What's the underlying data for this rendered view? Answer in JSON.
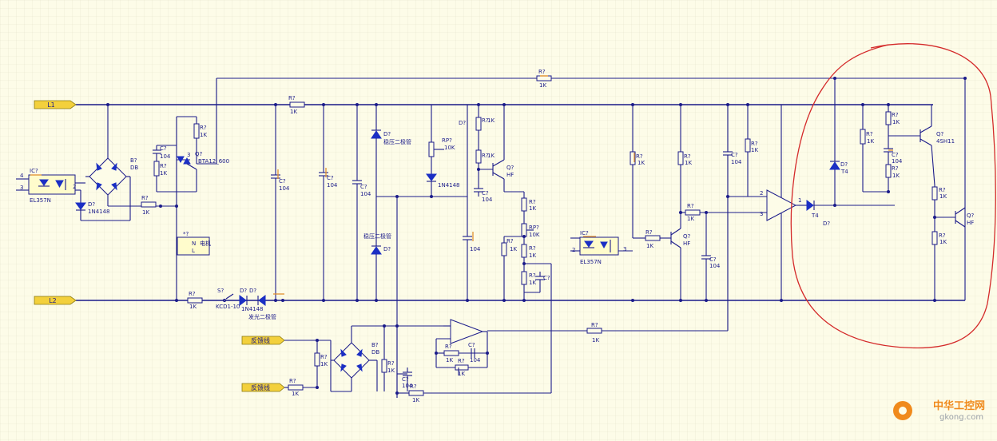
{
  "colors": {
    "background": "#fdfce8",
    "wire": "#1b1b8a",
    "diode": "#1b2fc4",
    "port": "#f3d03c",
    "annotation": "#d42a2a",
    "watermark": "#f08a1c"
  },
  "ports": {
    "l1": "L1",
    "l2": "L2",
    "feedback1": "反馈线",
    "feedback2": "反馈线"
  },
  "labels": {
    "opto1_des": "IC?",
    "opto1_part": "EL357N",
    "opto1_pin4": "4",
    "opto1_pin3": "3",
    "opto1_pin2": "2",
    "d_in_des": "D?",
    "d_in_part": "1N4148",
    "br1_des": "B?",
    "br1_part": "DB",
    "r_in_des": "R?",
    "r_in_val": "1K",
    "c_tr_des": "C?",
    "c_tr_val": "104",
    "r_tr_des": "R?",
    "r_tr_val": "1K",
    "r_g_des": "R?",
    "r_g_val": "1K",
    "q_tr_des": "Q?",
    "q_tr_part": "BTA12_600",
    "q_tr_pin3": "3",
    "load_des": "*?",
    "load_n": "N",
    "load_l": "L",
    "load_note": "电机",
    "r_top_des": "R?",
    "r_top_val": "1K",
    "r_l1_des": "R?",
    "r_l1_val": "1K",
    "c1_des": "C?",
    "c1_val": "104",
    "c2_des": "C?",
    "c2_val": "104",
    "c3_des": "C?",
    "c3_val": "104",
    "dz1_des": "D?",
    "dz1_part": "稳压二极管",
    "dz2_des": "D?",
    "dz2_part": "稳压二极管",
    "rp1_des": "RP?",
    "rp1_val": "10K",
    "d_mid_part": "1N4148",
    "d_q1_des": "D?",
    "r_q1a_des": "R?",
    "r_q1a_val": "1K",
    "r_q1b_des": "R?",
    "r_q1b_val": "1K",
    "q1_des": "Q?",
    "q1_part": "HF",
    "c_q1_des": "C?",
    "c_q1_val": "104",
    "c_mid_val": "104",
    "r_ch_des": "R?",
    "r_ch_val": "1K",
    "rp2_des": "RP?",
    "rp2_val": "10K",
    "r_cl_des": "R?",
    "r_cl_val": "1K",
    "r_cm_des": "R?",
    "r_cm_val": "1K",
    "r_cb_des": "R?",
    "r_cb_val": "1K",
    "c_cb_des": "C?",
    "opto2_des": "IC?",
    "opto2_part": "EL357N",
    "opto2_pin2": "2",
    "opto2_pin3": "3",
    "r_o2_des": "R?",
    "r_o2_val": "1K",
    "q2_des": "Q?",
    "q2_part": "HF",
    "r_q2_des": "R?",
    "r_q2_val": "1K",
    "r_v1_des": "R?",
    "r_v1_val": "1K",
    "c_v1_des": "C?",
    "c_v1_val": "104",
    "r_v2_des": "R?",
    "r_v2_val": "1K",
    "r_b3_des": "R?",
    "r_b3_val": "1K",
    "c_b3_des": "C?",
    "c_b3_val": "104",
    "cmp_pin2": "2",
    "cmp_pin3": "3",
    "cmp_pin1": "1",
    "d_cmp_des": "D?",
    "d_cmp_part": "T4",
    "d_t4_des": "D?",
    "d_t4_part": "T4",
    "r_h1_des": "R?",
    "r_h1_val": "1K",
    "r_h2_des": "R?",
    "r_h2_val": "1K",
    "c_h_des": "C?",
    "c_h_val": "104",
    "r_h3_des": "R?",
    "r_h3_val": "1K",
    "q3_des": "Q?",
    "q3_part": "4SH11",
    "r_h4_des": "R?",
    "r_h4_val": "1K",
    "r_h5_des": "R?",
    "r_h5_val": "1K",
    "q4_des": "Q?",
    "q4_part": "HF",
    "r_l2_des": "R?",
    "r_l2_val": "1K",
    "s_des": "S?",
    "s_part": "KCD1-10",
    "d_s1_des": "D?",
    "d_s1_part": "1N4148",
    "d_s2_des": "D?",
    "led_part": "发光二极管",
    "r_fb1_des": "R?",
    "r_fb1_val": "1K",
    "br2_des": "B?",
    "br2_part": "DB",
    "r_fb2_des": "R?",
    "r_fb2_val": "1K",
    "r_fb3_des": "R?",
    "r_fb3_val": "1K",
    "c_fb_des": "C?",
    "c_fb_val": "104",
    "r_fb4_des": "R?",
    "r_fb4_val": "1K",
    "r_op1_des": "R?",
    "r_op1_val": "1K",
    "r_op2_des": "R?",
    "r_op2_val": "1K",
    "c_op_des": "C?",
    "c_op_val": "104",
    "r_out_des": "R?",
    "r_out_val": "1K"
  },
  "watermark": {
    "brand": "中华工控网",
    "url": "gkong.com"
  }
}
